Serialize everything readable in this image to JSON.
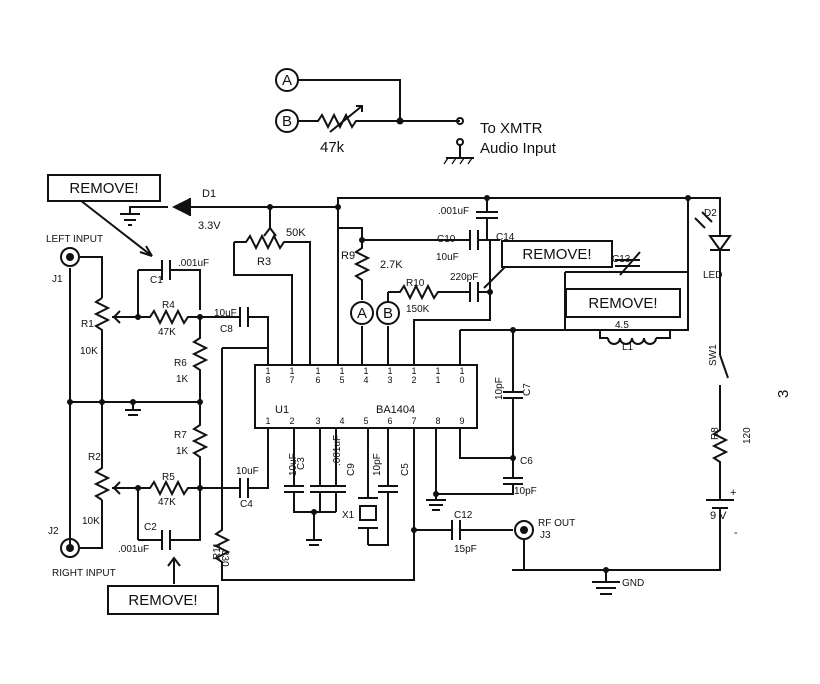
{
  "top_circuit": {
    "node_a": "A",
    "node_b": "B",
    "pot_label": "47k",
    "dest_line1": "To XMTR",
    "dest_line2": "Audio Input"
  },
  "callouts": {
    "remove_top_left": "REMOVE!",
    "remove_c10": "REMOVE!",
    "remove_c13": "REMOVE!",
    "remove_bottom": "REMOVE!"
  },
  "inputs": {
    "left": "LEFT INPUT",
    "right": "RIGHT INPUT",
    "j1": "J1",
    "j2": "J2"
  },
  "components": {
    "d1": "D1",
    "d1_value": "3.3V",
    "r3": "R3",
    "r3_value": "50K",
    "r9": "R9",
    "r9_value": "2.7K",
    "c14": "C14",
    "c14_value": ".001uF",
    "c10": "C10",
    "c10_value": "10uF",
    "r10": "R10",
    "r10_value": "150K",
    "c13_value": "220pF",
    "c13": "C13",
    "d2": "D2",
    "led": "LED",
    "l1": "L1",
    "l1_value": "4.5",
    "sw1": "SW1",
    "c1": "C1",
    "c1_value": ".001uF",
    "r1": "R1",
    "r1_value": "10K",
    "r4": "R4",
    "r4_value": "47K",
    "c8": "C8",
    "c8_value": "10uF",
    "r6": "R6",
    "r6_value": "1K",
    "r7": "R7",
    "r7_value": "1K",
    "r2": "R2",
    "r2_value": "10K",
    "r5": "R5",
    "r5_value": "47K",
    "c4": "C4",
    "c4_value": "10uF",
    "c2": "C2",
    "c2_value": ".001uF",
    "r11": "R11",
    "r11_value": "330",
    "c3": "C3",
    "c3_value": "10uF",
    "c9": "C9",
    "c9_value": ".001uF",
    "c5": "C5",
    "c5_value": "10pF",
    "x1": "X1",
    "c7": "C7",
    "c7_value": "10pF",
    "c6": "C6",
    "c6_value": "10pF",
    "c12": "C12",
    "c12_value": "15pF",
    "rf_out": "RF OUT",
    "j3": "J3",
    "r8": "R8",
    "r8_value": "120",
    "battery": "9 V",
    "plus": "+",
    "minus": "-",
    "gnd": "GND",
    "u1": "U1",
    "u1_part": "BA1404"
  },
  "ic_pins_top": [
    "1\n8",
    "1\n7",
    "1\n6",
    "1\n5",
    "1\n4",
    "1\n3",
    "1\n2",
    "1\n1",
    "1\n0"
  ],
  "ic_pins_bottom": [
    "1",
    "2",
    "3",
    "4",
    "5",
    "6",
    "7",
    "8",
    "9"
  ],
  "page_number": "3"
}
